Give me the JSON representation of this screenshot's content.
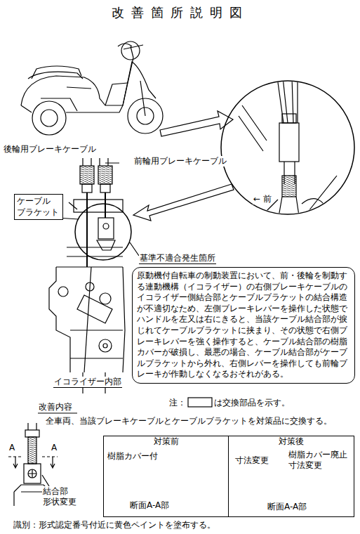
{
  "diagram": {
    "title": "改善箇所説明図",
    "nodes": [
      {
        "text": [
          "ケーブル ブラケット"
        ]
      },
      {
        "text": [
          "原動機付自転車の制動装置において、前・後輪を制動する連動機構（イコライザー）の右側ブレーキケーブルのイコライザー側結合部とケーブルブラケットの結合構造が不適切なため、左側ブレーキレバーを操作した状態でハンドルを左又は右にきると、当該ケーブル結合部が捩じれてケーブルブラケットに挟まり、その状態で右側ブレーキレバーを強く操作すると、ケーブル結合部の樹脂カバーが破損し、最悪の場合、ケーブル結合部がケーブルブラケットから外れ、右側レバーを操作しても前輪ブレーキが作動しなくなるおそれがある。"
        ]
      },
      {
        "text": [
          "対策前"
        ]
      },
      {
        "text": [
          "対策後"
        ]
      }
    ],
    "labels": [
      "後輪用ブレーキケーブル",
      "前輪用ブレーキケーブル",
      "← 前",
      "基準不適合発生箇所",
      "イコライザー内部",
      "改善内容",
      "注：",
      "は交換部品を示す。",
      "全車両、当該ブレーキケーブルとケーブルブラケットを対策品に交換する。",
      "A",
      "A",
      "結合部 形状変更",
      "樹脂カバー付",
      "寸法変更",
      "樹脂カバー廃止 寸法変更",
      "断面A-A部",
      "断面A-A部",
      "識別：形式認定番号付近に黄色ペイントを塗布する。"
    ]
  }
}
